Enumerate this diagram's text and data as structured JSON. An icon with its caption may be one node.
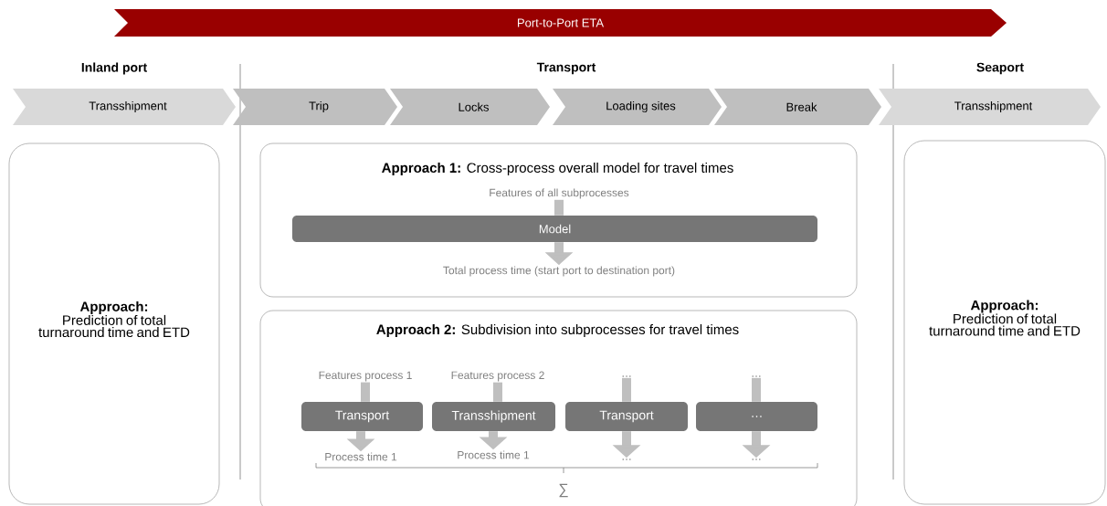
{
  "diagram": {
    "nodes": [
      {
        "text": [
          "Port-to-Port ETA"
        ]
      },
      {
        "text": [
          "Transshipment"
        ]
      },
      {
        "text": [
          "Trip"
        ]
      },
      {
        "text": [
          "Locks"
        ]
      },
      {
        "text": [
          "Loading sites"
        ]
      },
      {
        "text": [
          "Break"
        ]
      },
      {
        "text": [
          "Transshipment"
        ]
      },
      {
        "text": [
          "Approach:",
          "Prediction of total turnaround time and ETD"
        ]
      },
      {
        "text": [
          "**Approach 1:** Cross-process overall model for travel times"
        ]
      },
      {
        "text": [
          "Features of all subprocesses"
        ],
        "in": 8
      },
      {
        "text": [
          "Model"
        ],
        "in": 8
      },
      {
        "text": [
          "Total process time (start port to destination port)"
        ],
        "in": 8
      },
      {
        "text": [
          "**Approach 2:** Subdivision into subprocesses for travel times"
        ]
      },
      {
        "text": [
          "Features process 1"
        ],
        "in": 12
      },
      {
        "text": [
          "Features process 2"
        ],
        "in": 12
      },
      {
        "text": [
          "…"
        ],
        "in": 12
      },
      {
        "text": [
          "…"
        ],
        "in": 12
      },
      {
        "text": [
          "Transport"
        ],
        "in": 12
      },
      {
        "text": [
          "Transshipment"
        ],
        "in": 12
      },
      {
        "text": [
          "Transport"
        ],
        "in": 12
      },
      {
        "text": [
          "…"
        ],
        "in": 12
      },
      {
        "text": [
          "Process time 1"
        ],
        "in": 12
      },
      {
        "text": [
          "Process time 1"
        ],
        "in": 12
      },
      {
        "text": [
          "…"
        ],
        "in": 12
      },
      {
        "text": [
          "…"
        ],
        "in": 12
      },
      {
        "text": [
          "Approach:",
          "Prediction of total turnaround time and ETD"
        ]
      }
    ],
    "edges": [
      {
        "from": 9,
        "to": 10,
        "arrow": "none"
      },
      {
        "from": 10,
        "to": 11,
        "arrow": "to"
      },
      {
        "from": 13,
        "to": 17,
        "arrow": "none"
      },
      {
        "from": 17,
        "to": 21,
        "arrow": "to"
      },
      {
        "from": 14,
        "to": 18,
        "arrow": "none"
      },
      {
        "from": 18,
        "to": 22,
        "arrow": "to"
      },
      {
        "from": 15,
        "to": 19,
        "arrow": "none"
      },
      {
        "from": 19,
        "to": 23,
        "arrow": "to"
      },
      {
        "from": 16,
        "to": 20,
        "arrow": "none"
      },
      {
        "from": 20,
        "to": 24,
        "arrow": "to"
      }
    ],
    "labels": [
      "Inland port",
      "Transport",
      "Seaport",
      "∑"
    ]
  }
}
